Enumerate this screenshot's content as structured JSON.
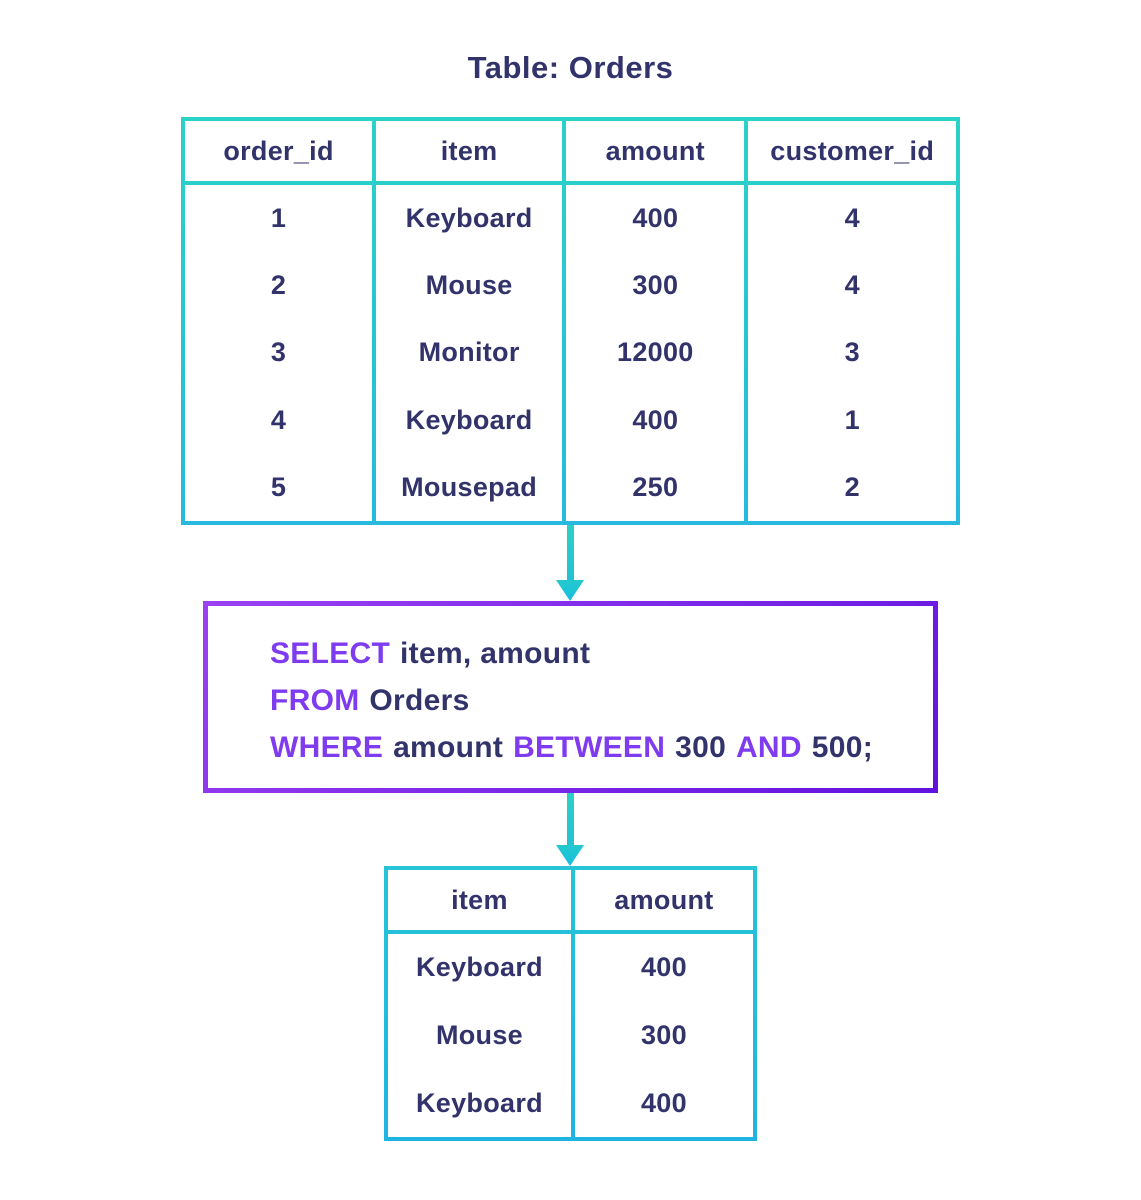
{
  "title": "Table: Orders",
  "colors": {
    "cyan_border": "#28c9d4",
    "violet_border_start": "#9a41f2",
    "violet_border_end": "#6212e0",
    "keyword_purple": "#7e3bf0",
    "text_navy": "#32336b"
  },
  "icons": {
    "flow_arrow": "arrow-down"
  },
  "orders_table": {
    "headers": [
      "order_id",
      "item",
      "amount",
      "customer_id"
    ],
    "rows": [
      [
        "1",
        "Keyboard",
        "400",
        "4"
      ],
      [
        "2",
        "Mouse",
        "300",
        "4"
      ],
      [
        "3",
        "Monitor",
        "12000",
        "3"
      ],
      [
        "4",
        "Keyboard",
        "400",
        "1"
      ],
      [
        "5",
        "Mousepad",
        "250",
        "2"
      ]
    ]
  },
  "sql_query": {
    "line1": {
      "kw": "SELECT",
      "text": "item, amount"
    },
    "line2": {
      "kw": "FROM",
      "text": "Orders"
    },
    "line3": {
      "kw1": "WHERE",
      "t1": "amount",
      "kw2": "BETWEEN",
      "t2": "300",
      "kw3": "AND",
      "t3": "500;"
    }
  },
  "result_table": {
    "headers": [
      "item",
      "amount"
    ],
    "rows": [
      [
        "Keyboard",
        "400"
      ],
      [
        "Mouse",
        "300"
      ],
      [
        "Keyboard",
        "400"
      ]
    ]
  }
}
